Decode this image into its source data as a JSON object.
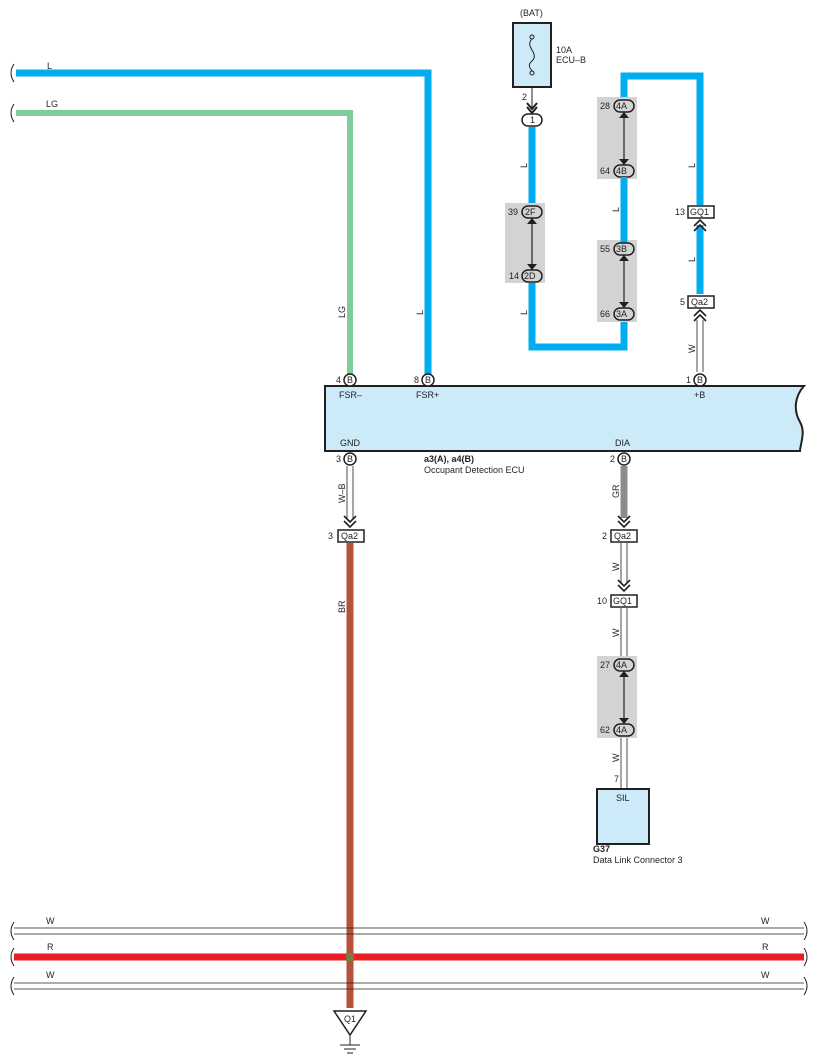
{
  "battery": {
    "label": "(BAT)",
    "fuse_rating": "10A",
    "fuse_name": "ECU–B",
    "pin": "2"
  },
  "wires": {
    "top_L": "L",
    "top_LG": "LG",
    "vert_LG": "LG",
    "vert_L": "L",
    "fuse_L1": "L",
    "fuse_L2": "L",
    "mid_L1": "L",
    "mid_L2": "L",
    "right_L1": "L",
    "right_L2": "L",
    "right_W": "W",
    "gnd_WB": "W–B",
    "gnd_BR": "BR",
    "dia_GR": "GR",
    "dia_W1": "W",
    "dia_W2": "W",
    "dia_W3": "W",
    "bus_W1_left": "W",
    "bus_W1_right": "W",
    "bus_R_left": "R",
    "bus_R_right": "R",
    "bus_W2_left": "W",
    "bus_W2_right": "W"
  },
  "connectors": {
    "junction_1": "1",
    "c2F": {
      "name": "2F",
      "pin": "39"
    },
    "c2D": {
      "name": "2D",
      "pin": "14"
    },
    "c4A_top": {
      "name": "4A",
      "pin": "28"
    },
    "c4B": {
      "name": "4B",
      "pin": "64"
    },
    "c3B": {
      "name": "3B",
      "pin": "55"
    },
    "c3A": {
      "name": "3A",
      "pin": "66"
    },
    "gq1_top": {
      "name": "GQ1",
      "pin": "13"
    },
    "qa2_top": {
      "name": "Qa2",
      "pin": "5"
    },
    "qa2_gnd": {
      "name": "Qa2",
      "pin": "3"
    },
    "qa2_dia": {
      "name": "Qa2",
      "pin": "2"
    },
    "gq1_dia": {
      "name": "GQ1",
      "pin": "10"
    },
    "c4A_a": {
      "name": "4A",
      "pin": "27"
    },
    "c4A_b": {
      "name": "4A",
      "pin": "62"
    }
  },
  "ecu": {
    "fsr_minus": {
      "pin": "4",
      "conn": "B",
      "label": "FSR–"
    },
    "fsr_plus": {
      "pin": "8",
      "conn": "B",
      "label": "FSR+"
    },
    "plus_b": {
      "pin": "1",
      "conn": "B",
      "label": "+B"
    },
    "gnd": {
      "pin": "3",
      "conn": "B",
      "label": "GND"
    },
    "dia": {
      "pin": "2",
      "conn": "B",
      "label": "DIA"
    },
    "code": "a3(A), a4(B)",
    "name": "Occupant Detection ECU"
  },
  "dlc": {
    "pin": "7",
    "label": "SIL",
    "code": "G37",
    "name": "Data Link Connector 3"
  },
  "ground": {
    "label": "Q1"
  },
  "colors": {
    "blue": "#00aeef",
    "green": "#7fcb9a",
    "brown": "#b5523b",
    "red": "#ed1c24",
    "gray": "#8c8c8c",
    "box": "#cdeaf8",
    "shade": "#d3d3d3"
  }
}
